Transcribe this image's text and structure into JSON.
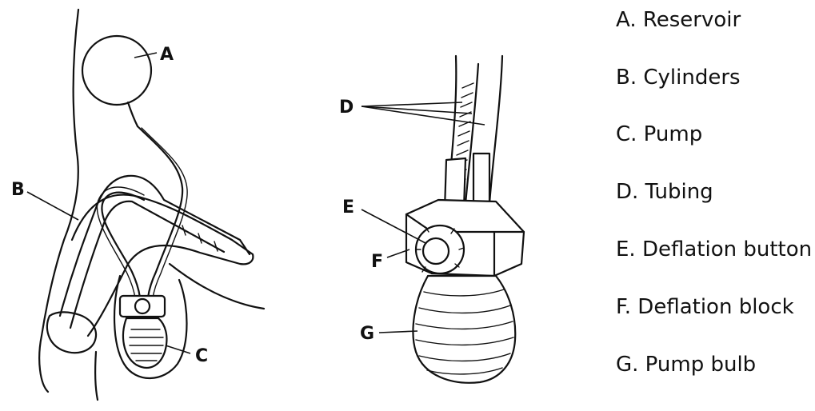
{
  "callouts": {
    "a": "A",
    "b": "B",
    "c": "C",
    "d": "D",
    "e": "E",
    "f": "F",
    "g": "G"
  },
  "legend": [
    "A. Reservoir",
    "B. Cylinders",
    "C. Pump",
    "D. Tubing",
    "E. Deflation button",
    "F. Deflation block",
    "G. Pump bulb"
  ]
}
